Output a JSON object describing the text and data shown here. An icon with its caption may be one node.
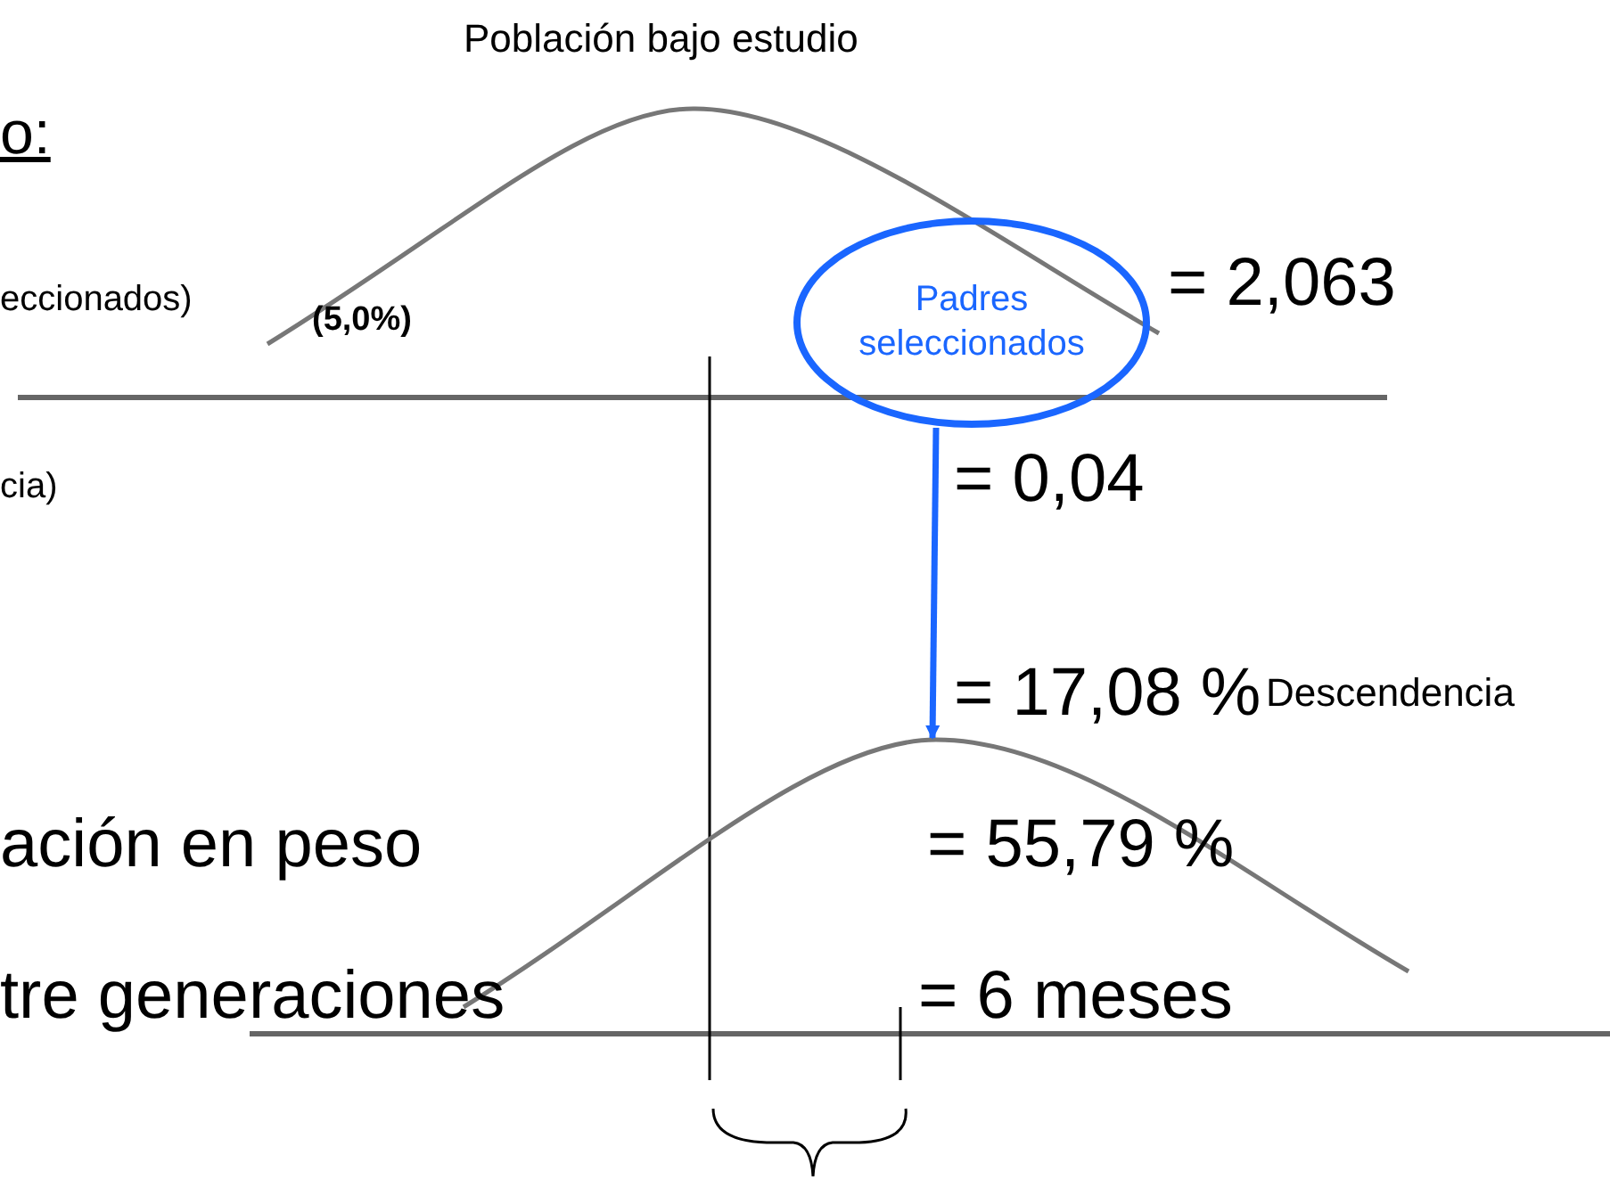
{
  "diagram": {
    "nodes": [
      {
        "text": [
          "Población bajo estudio"
        ]
      },
      {
        "text": [
          "Padres seleccionados"
        ]
      },
      {
        "text": [
          "Descendencia"
        ]
      }
    ],
    "edges": [
      {
        "from": 1,
        "to": 2,
        "arrow": "to",
        "color": "#1a66ff"
      }
    ],
    "labels": [
      "o:",
      "eccionados)",
      "(5,0%)",
      "= 2,063",
      "cia)",
      "= 0,04",
      "= 17,08 %",
      "ación en peso",
      "= 55,79 %",
      "tre generaciones",
      "= 6 meses"
    ]
  }
}
